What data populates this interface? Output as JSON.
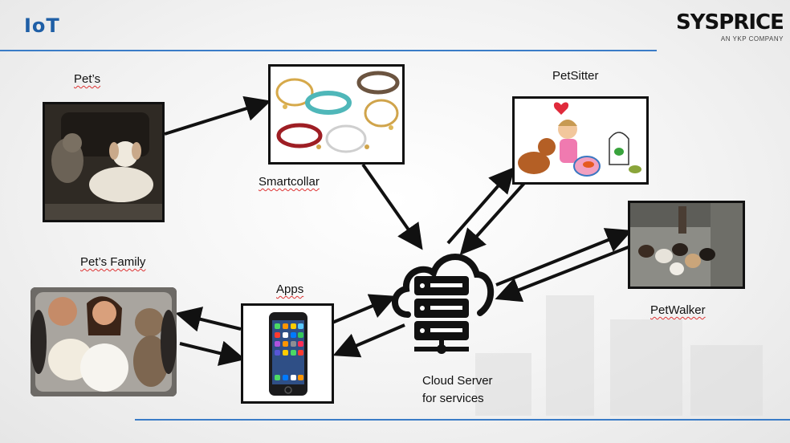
{
  "slide": {
    "title": "IoT",
    "logo_main": "SYSPRICE",
    "logo_sub": "AN YKP COMPANY"
  },
  "nodes": {
    "pets": "Pet’s",
    "smartcollar": "Smartcollar",
    "petsitter": "PetSitter",
    "petwalker": "PetWalker",
    "family": "Pet’s Family",
    "apps": "Apps",
    "cloud_line1": "Cloud Server",
    "cloud_line2": "for services"
  },
  "colors": {
    "accent": "#1f5fa6",
    "rule": "#3a7cc7",
    "arrow": "#111111"
  }
}
